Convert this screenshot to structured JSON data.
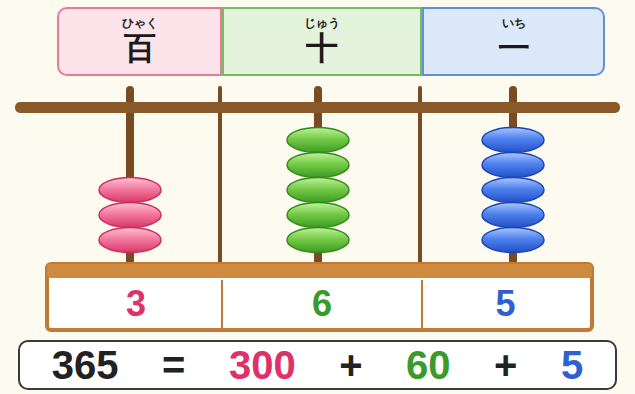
{
  "diagram": {
    "nodes": [
      {
        "text": [
          "ひゃく",
          "百"
        ]
      },
      {
        "text": [
          "じゅう",
          "十"
        ]
      },
      {
        "text": [
          "いち",
          "一"
        ]
      },
      {
        "text": [
          "3"
        ]
      },
      {
        "text": [
          "6"
        ]
      },
      {
        "text": [
          "5"
        ]
      },
      {
        "text": [
          "365",
          "=",
          "300",
          "+",
          "60",
          "+",
          "5"
        ]
      }
    ]
  }
}
